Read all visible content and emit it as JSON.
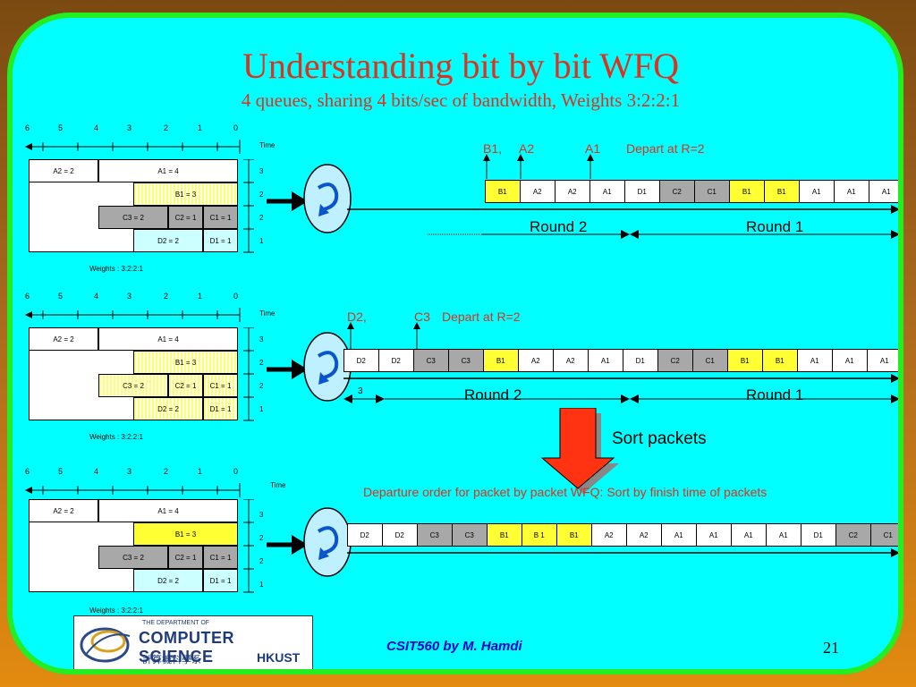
{
  "slide": {
    "title": "Understanding bit by bit WFQ",
    "subtitle": "4 queues, sharing 4 bits/sec of bandwidth, Weights 3:2:2:1",
    "footer": "CSIT560 by M. Hamdi",
    "page_number": "21"
  },
  "axis": {
    "ticks": [
      "6",
      "5",
      "4",
      "3",
      "2",
      "1",
      "0"
    ],
    "time_label": "Time",
    "weights_label": "Weights : 3:2:2:1"
  },
  "panels": [
    {
      "boxes": {
        "a2": "A2 = 2",
        "a1": "A1 = 4",
        "b1": "B1  = 3",
        "c3": "C3 = 2",
        "c2": "C2 = 1",
        "c1": "C1 = 1",
        "d2": "D2 = 2",
        "d1": "D1 = 1"
      },
      "row_numbers": [
        "3",
        "2",
        "2",
        "1"
      ]
    },
    {
      "boxes": {
        "a2": "A2 = 2",
        "a1": "A1 = 4",
        "b1": "B1  = 3",
        "c3": "C3 = 2",
        "c2": "C2 = 1",
        "c1": "C1 = 1",
        "d2": "D2 = 2",
        "d1": "D1 = 1"
      },
      "row_numbers": [
        "3",
        "2",
        "2",
        "1"
      ]
    },
    {
      "boxes": {
        "a2": "A2 = 2",
        "a1": "A1 = 4",
        "b1": "B1 = 3",
        "c3": "C3 = 2",
        "c2": "C2 = 1",
        "c1": "C1 = 1",
        "d2": "D2 = 2",
        "d1": "D1 = 1"
      },
      "row_numbers": [
        "3",
        "2",
        "2",
        "1"
      ]
    }
  ],
  "seq1": {
    "annotations": {
      "b1": "B1,",
      "a2": "A2",
      "a1": "A1",
      "depart": "Depart at R=2"
    },
    "packets": [
      "B1",
      "A2",
      "A2",
      "A1",
      "D1",
      "C2",
      "C1",
      "B1",
      "B1",
      "A1",
      "A1",
      "A1"
    ],
    "round2": "Round 2",
    "round1": "Round 1"
  },
  "seq2": {
    "annotations": {
      "d2": "D2,",
      "c3": "C3",
      "depart": "Depart at R=2"
    },
    "packets": [
      "D2",
      "D2",
      "C3",
      "C3",
      "B1",
      "A2",
      "A2",
      "A1",
      "D1",
      "C2",
      "C1",
      "B1",
      "B1",
      "A1",
      "A1",
      "A1"
    ],
    "small_num": "3",
    "round2": "Round 2",
    "round1": "Round 1"
  },
  "sort_label": "Sort packets",
  "departure_label": "Departure order for packet by packet WFQ: Sort by finish time of packets",
  "seq3": {
    "packets": [
      "D2",
      "D2",
      "C3",
      "C3",
      "B1",
      "B 1",
      "B1",
      "A2",
      "A2",
      "A1",
      "A1",
      "A1",
      "A1",
      "D1",
      "C2",
      "C1"
    ]
  },
  "logo": {
    "small": "THE DEPARTMENT OF",
    "big": "COMPUTER SCIENCE",
    "chinese": "計算機科學系",
    "school": "HKUST"
  },
  "colors": {
    "title": "#e0301e",
    "slide_bg": "#00ffff",
    "border": "#22ee22",
    "b_packet": "#ffff33",
    "c_packet": "#a8a8a8"
  }
}
